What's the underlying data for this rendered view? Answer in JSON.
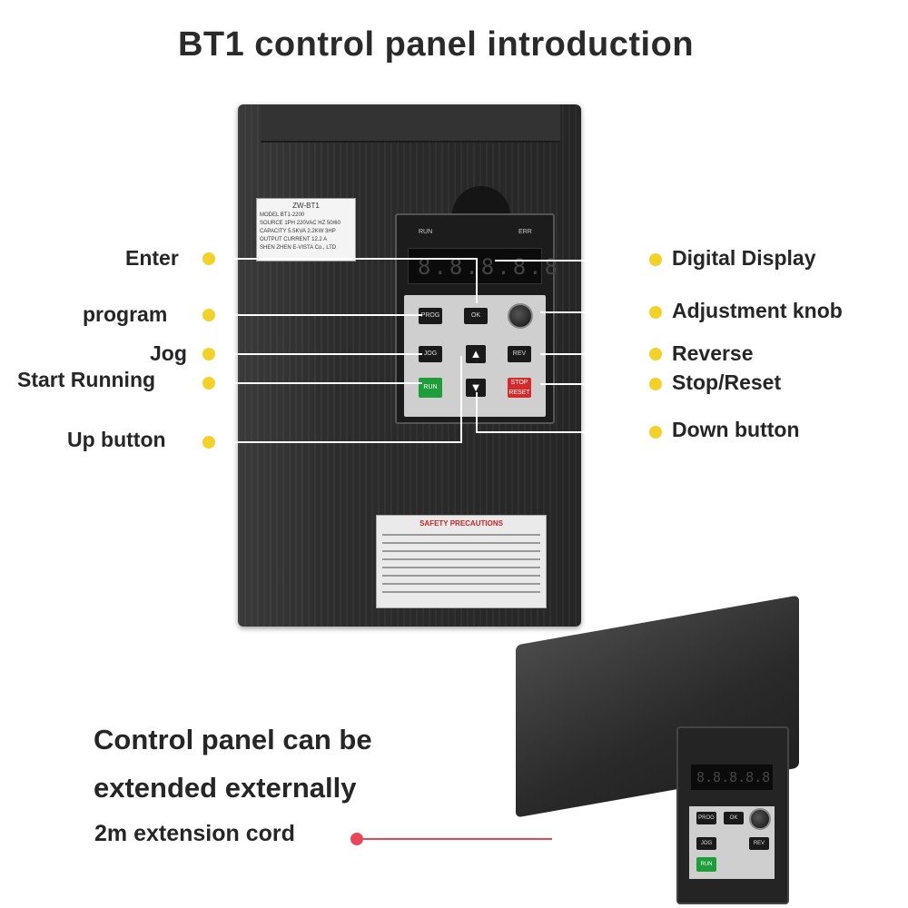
{
  "title": "BT1 control panel introduction",
  "inverter": {
    "spec_label_title": "ZW-BT1",
    "spec_lines": [
      "MODEL BT1-2200",
      "SOURCE 1PH 220VAC HZ 50/60",
      "CAPACITY 5.5KVA 2.2KW 3HP",
      "OUTPUT CURRENT 12.2 A",
      "SHEN ZHEN E-VISTA Co., LTD"
    ],
    "keypad": {
      "run_led": "RUN",
      "err_led": "ERR",
      "display": "8.8.8.8.8",
      "buttons": {
        "prog": "PROG",
        "ok": "OK",
        "jog": "JOG",
        "rev": "REV",
        "run": "RUN",
        "stop": "STOP",
        "reset": "RESET",
        "up": "▲",
        "down": "▼"
      }
    },
    "safety_title": "SAFETY PRECAUTIONS"
  },
  "callouts": {
    "enter": "Enter",
    "program": "program",
    "jog": "Jog",
    "start_running": "Start Running",
    "up_button": "Up button",
    "digital_display": "Digital Display",
    "adjustment_knob": "Adjustment knob",
    "reverse": "Reverse",
    "stop_reset": "Stop/Reset",
    "down_button": "Down button"
  },
  "extension": {
    "line1": "Control panel can be",
    "line2": "extended externally",
    "cord_label": "2m extension cord",
    "panel_display": "8.8.8.8.8",
    "panel_buttons": [
      "PROG",
      "OK",
      "JOG",
      "RUN",
      "REV"
    ]
  },
  "colors": {
    "callout_dot": "#f2d22a",
    "cord_dot": "#e8475a",
    "run_button": "#1f9d3a",
    "stop_button": "#d42a2a"
  }
}
